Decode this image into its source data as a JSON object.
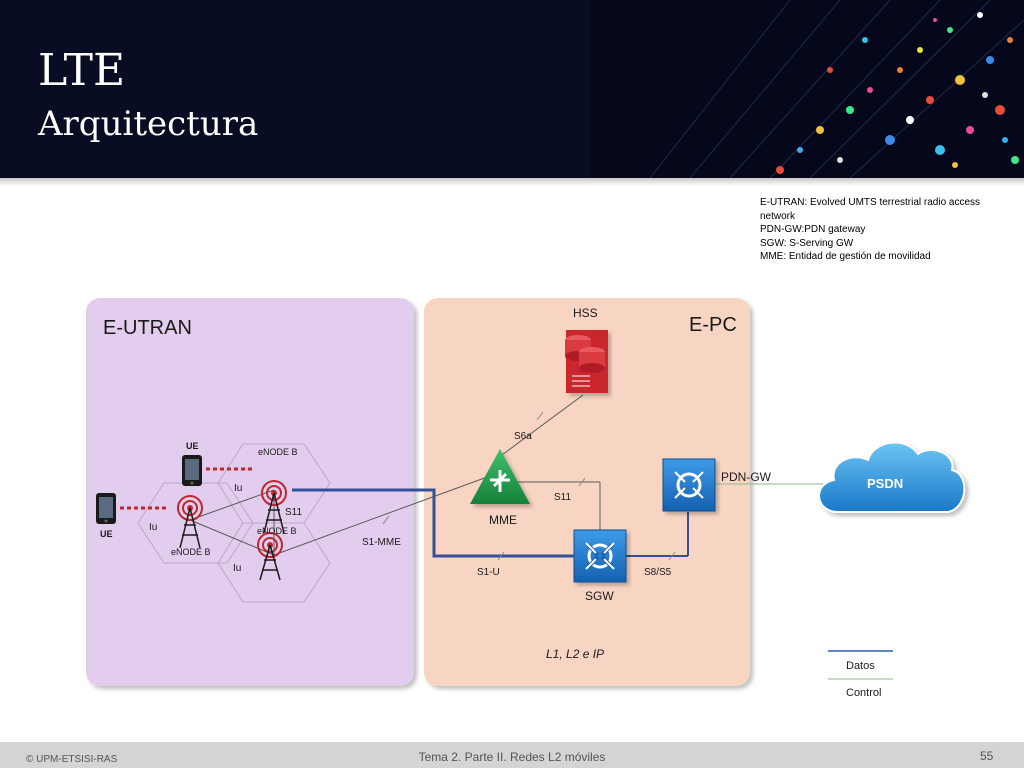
{
  "slide": {
    "title": "LTE",
    "subtitle": "Arquitectura"
  },
  "glossary": [
    "E-UTRAN: Evolved UMTS terrestrial radio access",
    "network",
    "PDN-GW:PDN  gateway",
    "SGW: S-Serving GW",
    "MME: Entidad de gestión de movilidad"
  ],
  "diagram": {
    "eutran_label": "E-UTRAN",
    "epc_label": "E-PC",
    "ue_top": "UE",
    "ue_left": "UE",
    "enodeb_top": "eNODE B",
    "enodeb_left": "eNODE B",
    "enodeb_bottom": "eNODE B",
    "iu_1": "Iu",
    "iu_2": "Iu",
    "iu_3": "Iu",
    "s11_eutran": "S11",
    "s1_mme": "S1-MME",
    "s1_u": "S1-U",
    "hss": "HSS",
    "s6a": "S6a",
    "mme": "MME",
    "s11": "S11",
    "sgw": "SGW",
    "s8_s5": "S8/S5",
    "pdn_gw": "PDN-GW",
    "psdn": "PSDN",
    "layers": "L1, L2 e IP",
    "legend_data": "Datos",
    "legend_control": "Control"
  },
  "colors": {
    "header_bg": "#080d24",
    "eutran_bg": "#e2cdee",
    "epc_bg": "#f8d5c3",
    "data_line": "#34509a",
    "control_line": "#8fb88f",
    "router_blue": "#1f7ad1",
    "mme_green": "#1f9a4a",
    "hss_red": "#c9252f",
    "cloud_blue": "#2a8fd6"
  },
  "footer": {
    "copyright": "© UPM-ETSISI-RAS",
    "course": "Tema 2. Parte II. Redes L2 móviles",
    "page": "55"
  }
}
